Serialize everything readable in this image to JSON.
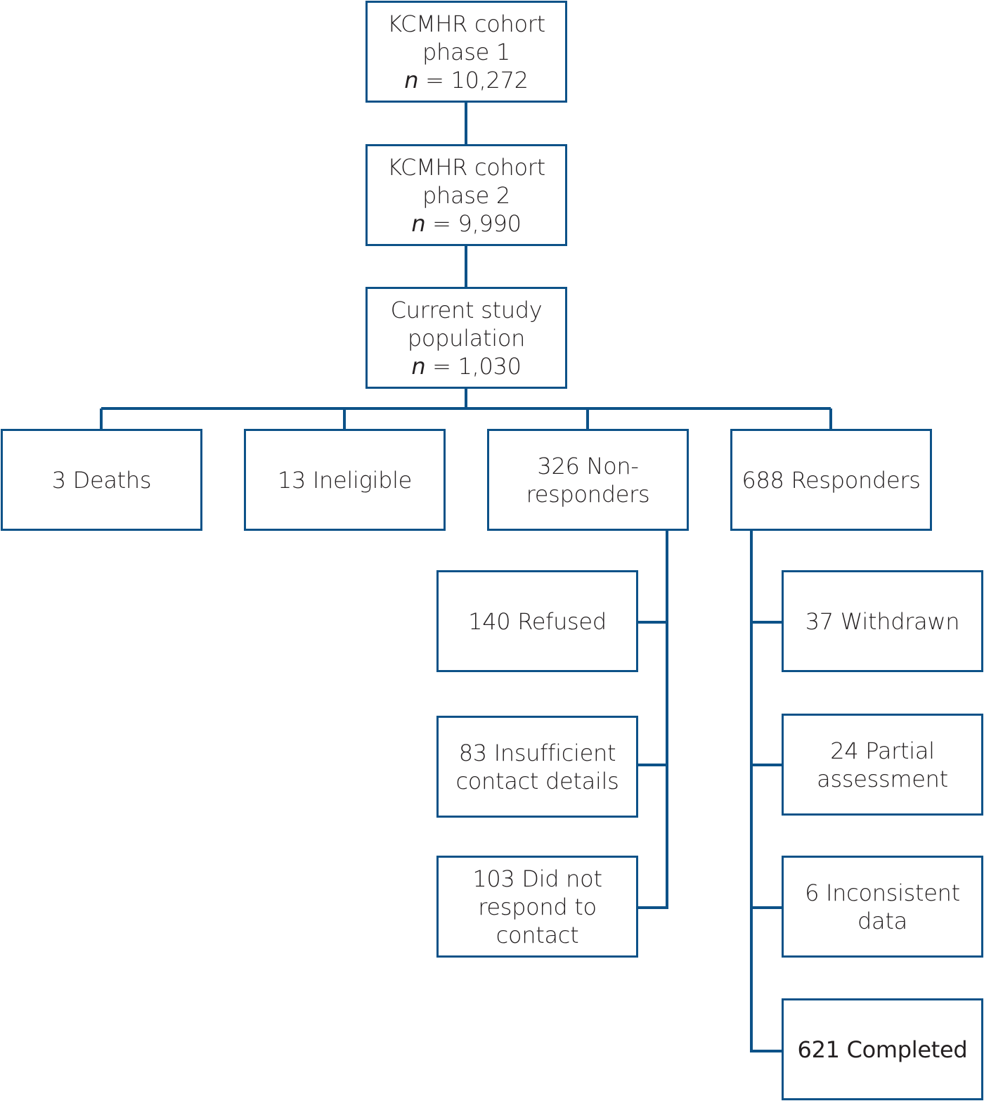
{
  "colors": {
    "stroke": "#0d5288",
    "text": "#231f20",
    "background": "#ffffff"
  },
  "nodes": {
    "phase1": {
      "lines": [
        "KCMHR cohort",
        "phase 1"
      ],
      "n_symbol": "n",
      "n_rest": " = 10,272"
    },
    "phase2": {
      "lines": [
        "KCMHR cohort",
        "phase 2"
      ],
      "n_symbol": "n",
      "n_rest": " = 9,990"
    },
    "current": {
      "lines": [
        "Current study",
        "population"
      ],
      "n_symbol": "n",
      "n_rest": " = 1,030"
    },
    "deaths": {
      "lines": [
        "3 Deaths"
      ]
    },
    "ineligible": {
      "lines": [
        "13 Ineligible"
      ]
    },
    "nonresponders": {
      "lines": [
        "326 Non-",
        "responders"
      ]
    },
    "responders": {
      "lines": [
        "688 Responders"
      ]
    },
    "refused": {
      "lines": [
        "140 Refused"
      ]
    },
    "insufficient": {
      "lines": [
        "83 Insufficient",
        "contact details"
      ]
    },
    "didnotrespond": {
      "lines": [
        "103 Did not",
        "respond to",
        "contact"
      ]
    },
    "withdrawn": {
      "lines": [
        "37 Withdrawn"
      ]
    },
    "partial": {
      "lines": [
        "24 Partial",
        "assessment"
      ]
    },
    "inconsistent": {
      "lines": [
        "6 Inconsistent",
        "data"
      ]
    },
    "completed": {
      "lines": [
        "621 Completed"
      ]
    }
  }
}
